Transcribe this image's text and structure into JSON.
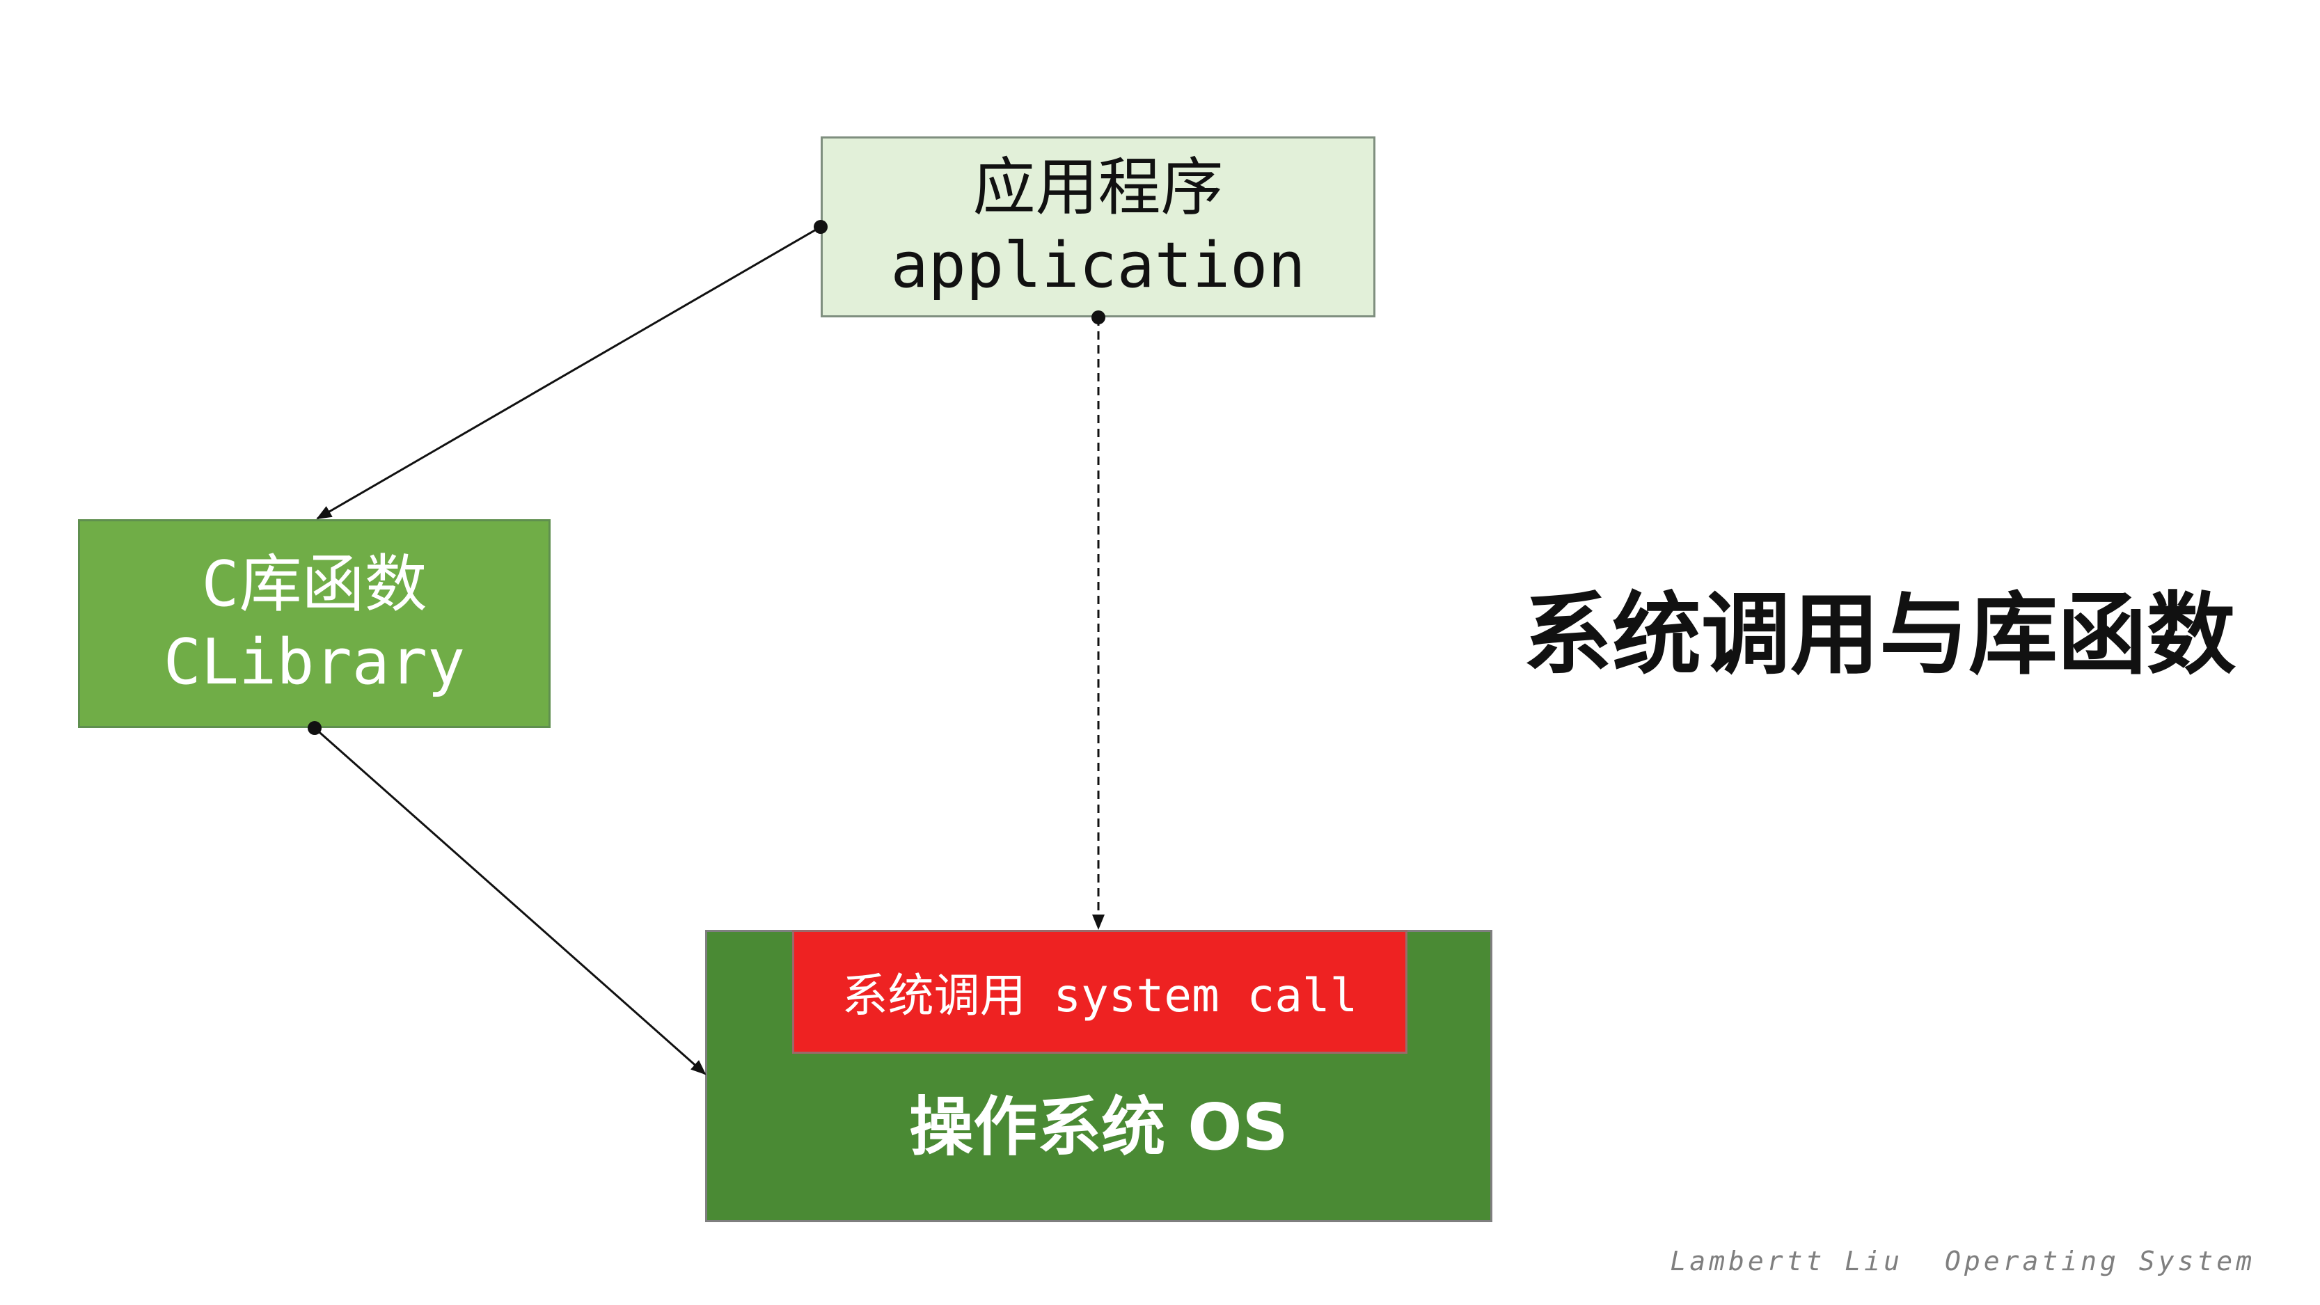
{
  "diagram": {
    "title": "系统调用与库函数",
    "nodes": {
      "application": {
        "line1": "应用程序",
        "line2": "application"
      },
      "clibrary": {
        "line1": "C库函数",
        "line2": "CLibrary"
      },
      "syscall": {
        "label": "系统调用 system call"
      },
      "os": {
        "label": "操作系统 OS"
      }
    },
    "edges": [
      {
        "from": "application",
        "to": "clibrary",
        "style": "solid"
      },
      {
        "from": "clibrary",
        "to": "os",
        "style": "solid"
      },
      {
        "from": "application",
        "to": "syscall",
        "style": "dashed"
      }
    ],
    "footer": {
      "author": "Lambertt Liu",
      "course": "Operating System"
    }
  },
  "colors": {
    "application_fill": "#e2f0d9",
    "clibrary_fill": "#70ad47",
    "os_fill": "#4a8a34",
    "syscall_fill": "#ee2222",
    "connector": "#111111",
    "footer_text": "#7f7f7f"
  }
}
